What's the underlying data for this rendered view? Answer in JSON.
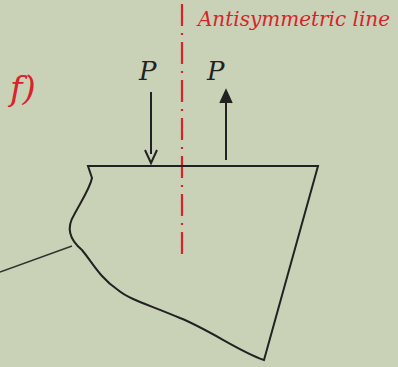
{
  "diagram": {
    "labels": [
      "f)",
      "P",
      "P",
      "Antisymmetric line"
    ]
  }
}
